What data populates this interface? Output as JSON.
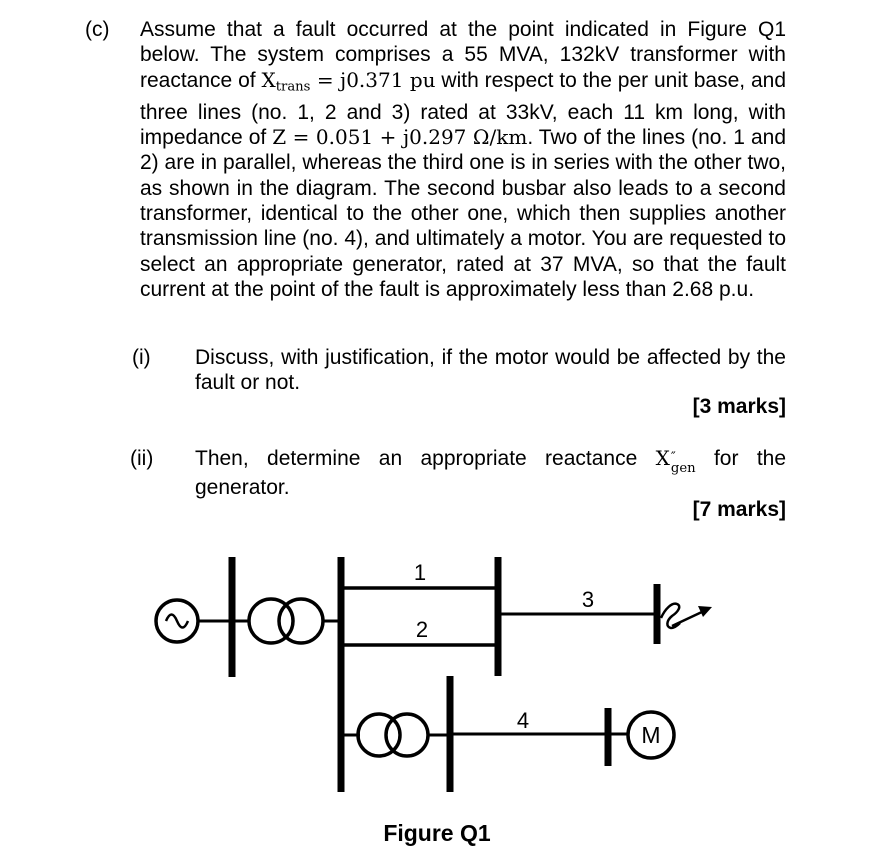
{
  "page": {
    "background": "#ffffff",
    "text_color": "#000000"
  },
  "question": {
    "label": "(c)",
    "paragraph": {
      "seg1": "Assume that a fault occurred at the point indicated in Figure Q1 below. The system comprises a 55 MVA, 132kV transformer with reactance of ",
      "math1_base": "X",
      "math1_sub": "trans",
      "math1_rest": " = j0.371 pu",
      "seg2": " with respect to the per unit base, and three lines (no. 1, 2 and 3) rated at 33kV, each 11 km long, with impedance of ",
      "math2": "Z = 0.051 + j0.297 Ω/km",
      "seg3": ". Two of the lines (no. 1 and 2) are in parallel, whereas the third one is in series with the other two, as shown in the diagram. The second busbar also leads to a second transformer, identical to the other one, which then supplies another transmission line (no. 4), and ultimately a motor. You are requested to select an appropriate generator, rated at 37 MVA, so that the fault current at the point of the fault is approximately less than 2.68 p.u."
    },
    "sub_items": [
      {
        "label": "(i)",
        "text": "Discuss, with justification, if the motor would be affected by the fault or not.",
        "marks": "[3 marks]"
      },
      {
        "label": "(ii)",
        "text_before": "Then, determine an appropriate reactance ",
        "math_base": "X",
        "math_sup": "″",
        "math_sub": "gen",
        "text_after": " for the generator.",
        "marks": "[7 marks]"
      }
    ]
  },
  "figure": {
    "caption": "Figure Q1",
    "line_labels": [
      "1",
      "2",
      "3",
      "4"
    ],
    "motor_label": "M",
    "components": [
      "generator",
      "generator-bus",
      "transformer-1",
      "busbar-2",
      "parallel-line-1",
      "parallel-line-2",
      "busbar-3",
      "series-line-3",
      "fault-bus",
      "fault-arrow",
      "transformer-2",
      "busbar-4",
      "line-4",
      "motor-bus",
      "motor"
    ]
  }
}
